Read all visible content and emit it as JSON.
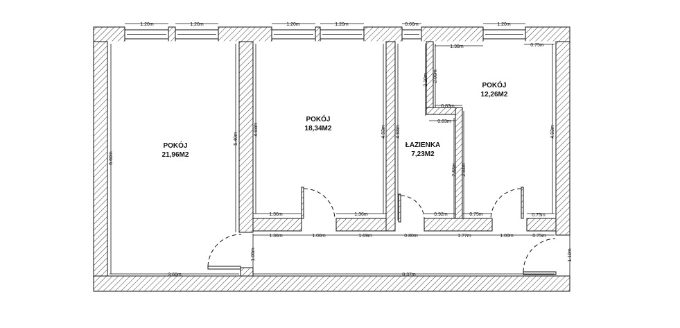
{
  "rooms": [
    {
      "name": "POKÓJ",
      "area": "21,96M2"
    },
    {
      "name": "POKÓJ",
      "area": "18,34M2"
    },
    {
      "name": "ŁAZIENKA",
      "area": "7,23M2"
    },
    {
      "name": "POKÓJ",
      "area": "12,26M2"
    }
  ],
  "dimensions": {
    "top": [
      "1.20m",
      "1.20m",
      "1.20m",
      "1.20m",
      "0.60m",
      "1.20m",
      "1.38m",
      "0.75m"
    ],
    "vertical": [
      "6.60m",
      "5.40m",
      "4.93m",
      "4.93m",
      "4.93m",
      "2.10m",
      "2.00m",
      "2.83m",
      "2.93m",
      "4.93m",
      "1.00m",
      "1.10m"
    ],
    "small": [
      "0.83m",
      "0.83m"
    ],
    "room_bottom": [
      "1.36m",
      "1.36m",
      "0.92m",
      "0.75m",
      "0.75m"
    ],
    "hall_top": [
      "1.36m",
      "1.00m",
      "1.69m",
      "0.80m",
      "1.77m",
      "1.00m",
      "0.75m"
    ],
    "hall_bottom": [
      "3.66m",
      "8.37m"
    ]
  }
}
